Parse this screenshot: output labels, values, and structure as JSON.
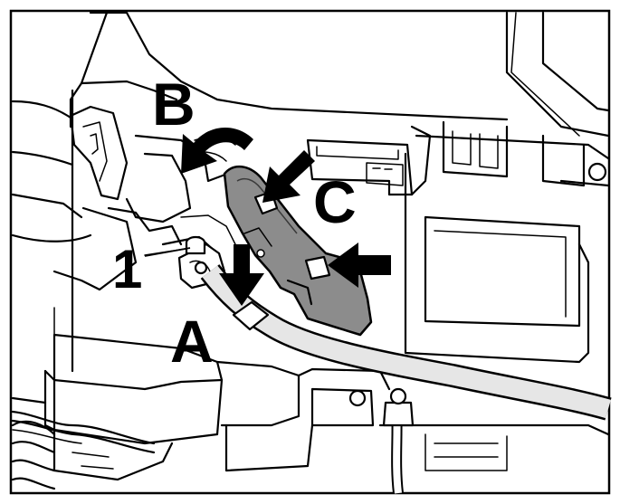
{
  "figure": {
    "labels": {
      "a": "A",
      "b": "B",
      "c": "C",
      "one": "1"
    },
    "colors": {
      "ink": "#000000",
      "paper": "#ffffff",
      "cover_fill": "#8c8c8c",
      "cable_fill": "#e6e6e6"
    },
    "arrows": {
      "a": "down-arrow-icon",
      "b": "curved-rotate-arrow-icon",
      "c": [
        "diagonal-arrow-icon",
        "left-arrow-icon"
      ]
    }
  }
}
